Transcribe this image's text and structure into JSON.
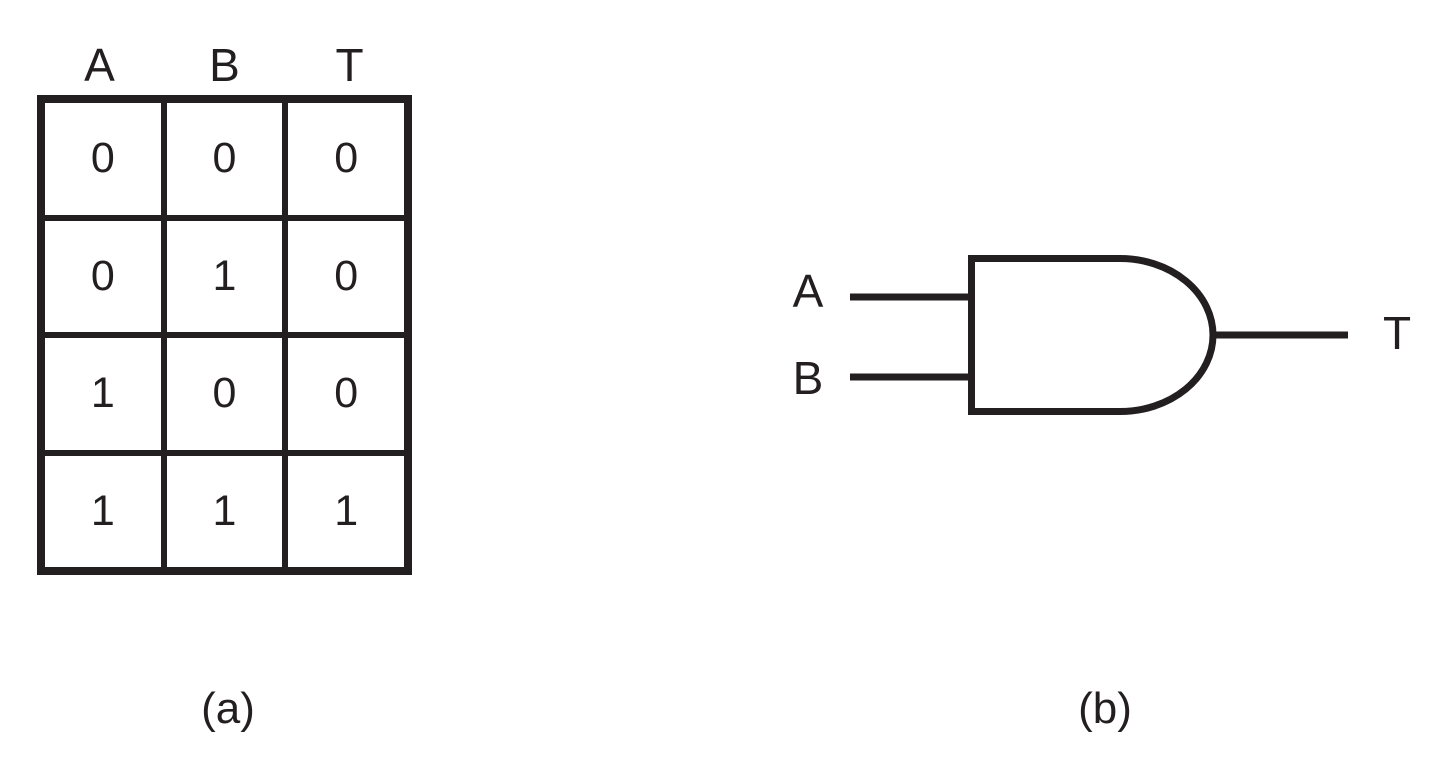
{
  "figure": {
    "background_color": "#ffffff",
    "ink_color": "#231f20"
  },
  "truth_table": {
    "headers": [
      "A",
      "B",
      "T"
    ],
    "rows": [
      [
        "0",
        "0",
        "0"
      ],
      [
        "0",
        "1",
        "0"
      ],
      [
        "1",
        "0",
        "0"
      ],
      [
        "1",
        "1",
        "1"
      ]
    ],
    "caption": "(a)"
  },
  "gate": {
    "type": "AND",
    "input_labels": [
      "A",
      "B"
    ],
    "output_label": "T",
    "caption": "(b)"
  }
}
